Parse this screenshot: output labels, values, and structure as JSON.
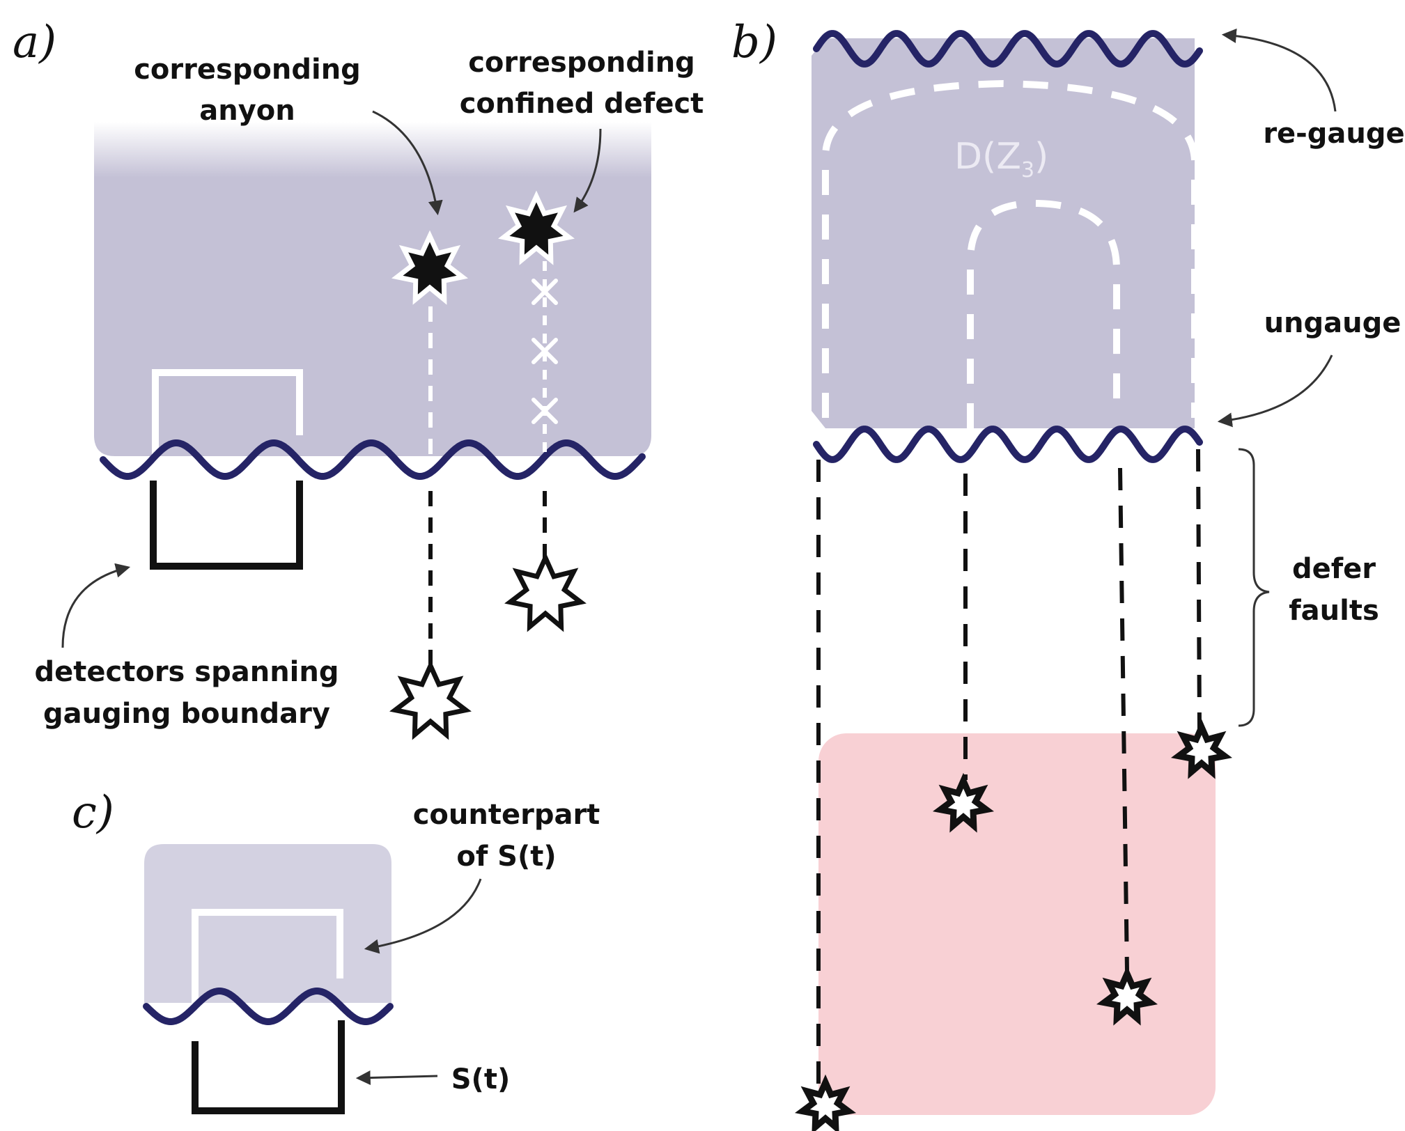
{
  "panels": {
    "a": "a)",
    "b": "b)",
    "c": "c)"
  },
  "labels": {
    "a_anyon_1": "corresponding",
    "a_anyon_2": "anyon",
    "a_defect_1": "corresponding",
    "a_defect_2": "confined defect",
    "a_detectors_1": "detectors spanning",
    "a_detectors_2": "gauging boundary",
    "b_regauge": "re-gauge",
    "b_ungauge": "ungauge",
    "b_defer_1": "defer",
    "b_defer_2": "faults",
    "b_code_main": "D(Z",
    "b_code_sub": "3",
    "b_code_close": ")",
    "c_counterpart_1": "counterpart",
    "c_counterpart_2": "of S(t)",
    "c_st": "S(t)"
  },
  "colors": {
    "gauged_region": "#c4c1d6",
    "gauged_region_light": "#d3d1e1",
    "boundary": "#252466",
    "deferred_region": "#f8d0d4",
    "defect_dash": "#ffffff",
    "measurement_dash": "#111111"
  },
  "icons": {
    "anyon": "filled-starburst-icon",
    "defect": "hollow-starburst-icon",
    "confined_defect": "x-mark-icon"
  }
}
